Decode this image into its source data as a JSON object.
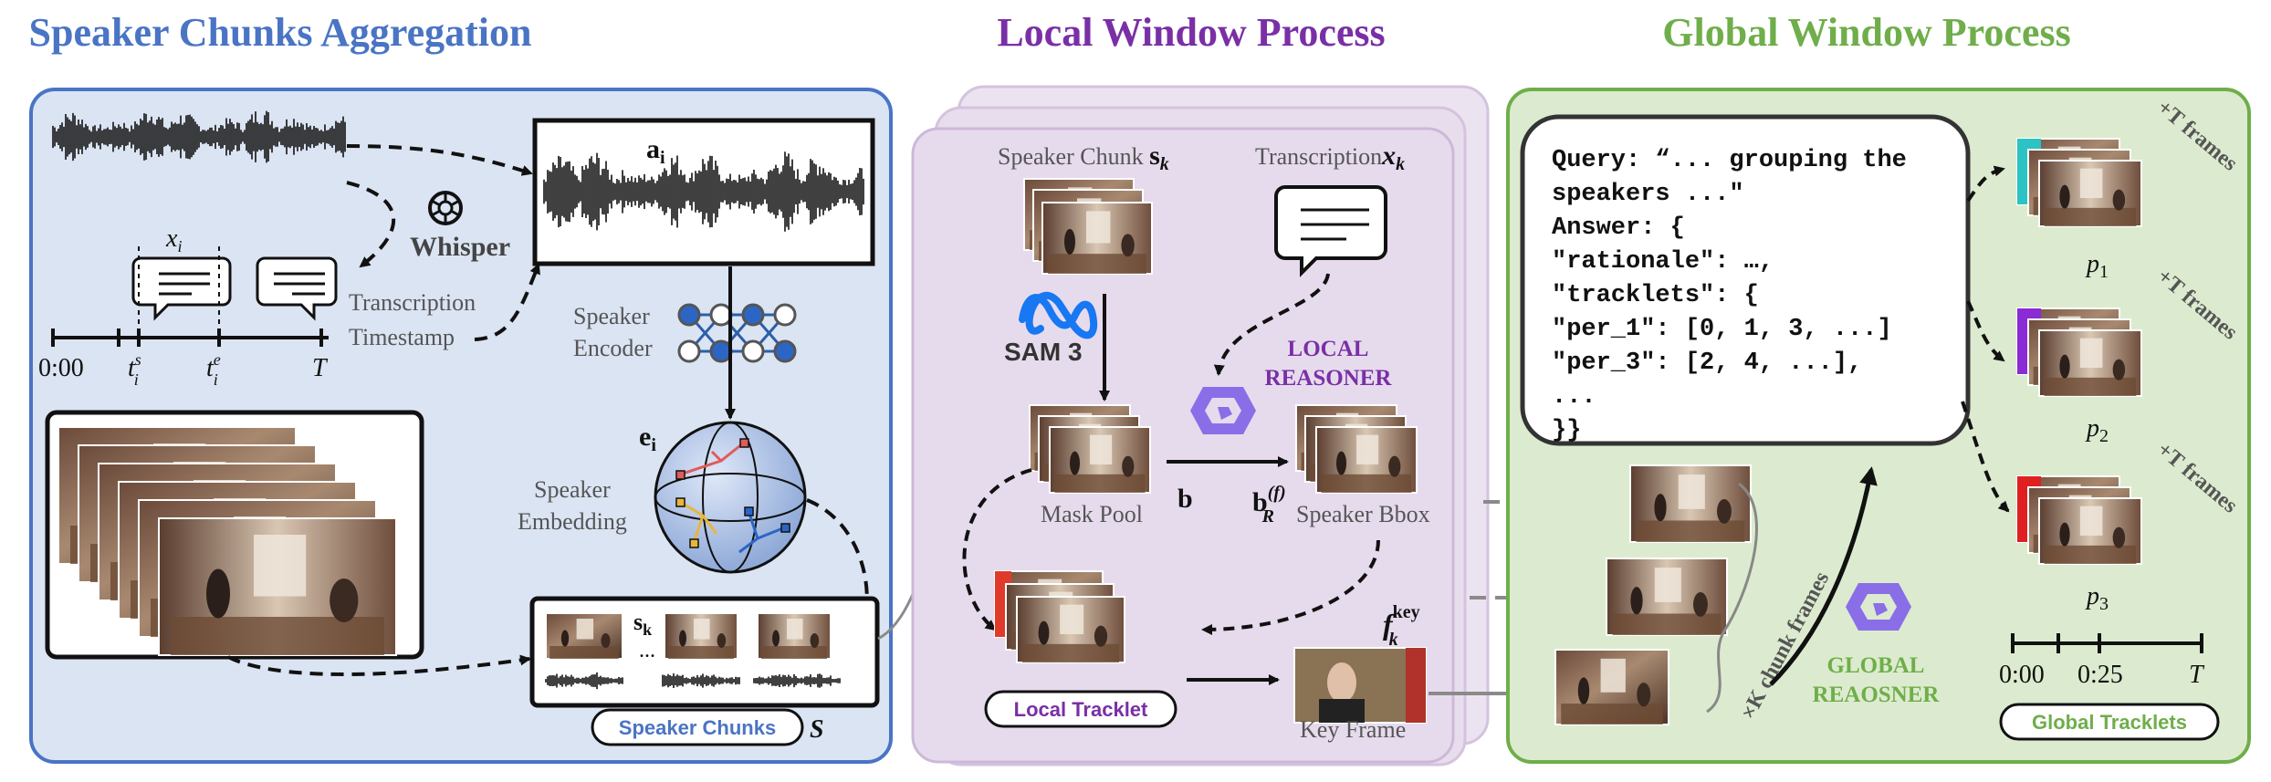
{
  "sections": {
    "left_title": "Speaker Chunks Aggregation",
    "middle_title": "Local Window Process",
    "right_title": "Global Window Process"
  },
  "colors": {
    "left_border": "#4a74c4",
    "left_fill": "#dbe4f3",
    "mid_border": "#cdb8d8",
    "mid_fill": "#e9deee",
    "right_border": "#6fae4a",
    "right_fill": "#dcebcf",
    "purple_text": "#7a2fa6",
    "green_text": "#6fae4a",
    "blue_text": "#4a74c4"
  },
  "left": {
    "whisper_label": "Whisper",
    "audio_label": "a",
    "audio_sub": "i",
    "transcription_label": "Transcription",
    "timestamp_label": "Timestamp",
    "speaker_encoder_l1": "Speaker",
    "speaker_encoder_l2": "Encoder",
    "embedding_label": "e",
    "embedding_sub": "i",
    "speaker_embedding_l1": "Speaker",
    "speaker_embedding_l2": "Embedding",
    "xi_label": "x",
    "xi_sub": "i",
    "timeline": {
      "start": "0:00",
      "ts": "t",
      "ts_sup": "s",
      "ts_sub": "i",
      "te": "t",
      "te_sup": "e",
      "te_sub": "i",
      "end": "T"
    },
    "chunk_label": "s",
    "chunk_sub": "k",
    "chunk_dots": "...",
    "speaker_chunks_pill": "Speaker Chunks",
    "speaker_chunks_symbol": "S"
  },
  "middle": {
    "speaker_chunk_label": "Speaker Chunk ",
    "speaker_chunk_sym": "s",
    "speaker_chunk_sub": "k",
    "transcription_label": "Transcription",
    "transcription_sym": "x",
    "transcription_sub": "k",
    "sam_label": "SAM 3",
    "local_reasoner_l1": "LOCAL",
    "local_reasoner_l2": "REASONER",
    "mask_pool_label": "Mask Pool",
    "b_label": "b",
    "bbox_sym": "b",
    "bbox_sup": "(f)",
    "bbox_sub": "R",
    "speaker_bbox_label": "Speaker Bbox",
    "key_sym": "f",
    "key_sup": "key",
    "key_sub": "k",
    "key_frame_label": "Key Frame",
    "local_tracklet_pill": "Local Tracklet"
  },
  "right": {
    "query_lines": [
      "Query: “... grouping the",
      "speakers ...\"",
      "Answer: {",
      " \"rationale\": …,",
      " \"tracklets\": {",
      "   \"per_1\": [0, 1, 3, ...]",
      "   \"per_3\": [2, 4, ...],",
      "    ...",
      " }}"
    ],
    "chunk_frames_label": "×K chunk frames",
    "global_reasoner_l1": "GLOBAL",
    "global_reasoner_l2": "REAOSNER",
    "frames_label": "+T frames",
    "p1": "p",
    "p1_sub": "1",
    "p2": "p",
    "p2_sub": "2",
    "p3": "p",
    "p3_sub": "3",
    "timeline": {
      "start": "0:00",
      "mid": "0:25",
      "end": "T"
    },
    "global_tracklets_pill": "Global Tracklets"
  }
}
